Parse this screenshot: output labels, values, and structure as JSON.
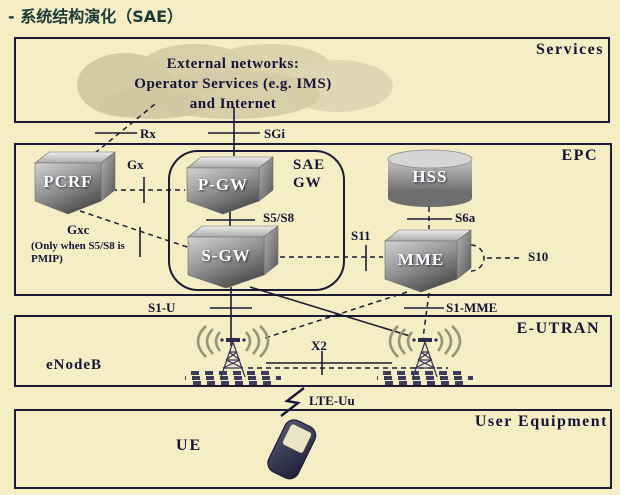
{
  "title": "- 系统结构演化（SAE）",
  "colors": {
    "background": "#f5eec5",
    "border": "#1b1b36",
    "text": "#141438",
    "node_text": "#ffffff",
    "cloud": "#d5cca5"
  },
  "sections": {
    "services": {
      "label": "Services"
    },
    "epc": {
      "label": "EPC"
    },
    "eutran": {
      "label": "E-UTRAN",
      "node": "eNodeB"
    },
    "user_equipment": {
      "label": "User Equipment",
      "node": "UE"
    }
  },
  "cloud": {
    "line1": "External networks:",
    "line2": "Operator Services (e.g. IMS)",
    "line3": "and Internet"
  },
  "nodes": {
    "pcrf": "PCRF",
    "pgw": "P-GW",
    "sgw": "S-GW",
    "hss": "HSS",
    "mme": "MME",
    "sae_gw": "SAE GW"
  },
  "interfaces": {
    "rx": "Rx",
    "sgi": "SGi",
    "gx": "Gx",
    "gxc": "Gxc",
    "gxc_note": "(Only when S5/S8 is PMIP)",
    "s5s8": "S5/S8",
    "s11": "S11",
    "s6a": "S6a",
    "s10": "S10",
    "s1u": "S1-U",
    "s1mme": "S1-MME",
    "x2": "X2",
    "lteuu": "LTE-Uu"
  }
}
